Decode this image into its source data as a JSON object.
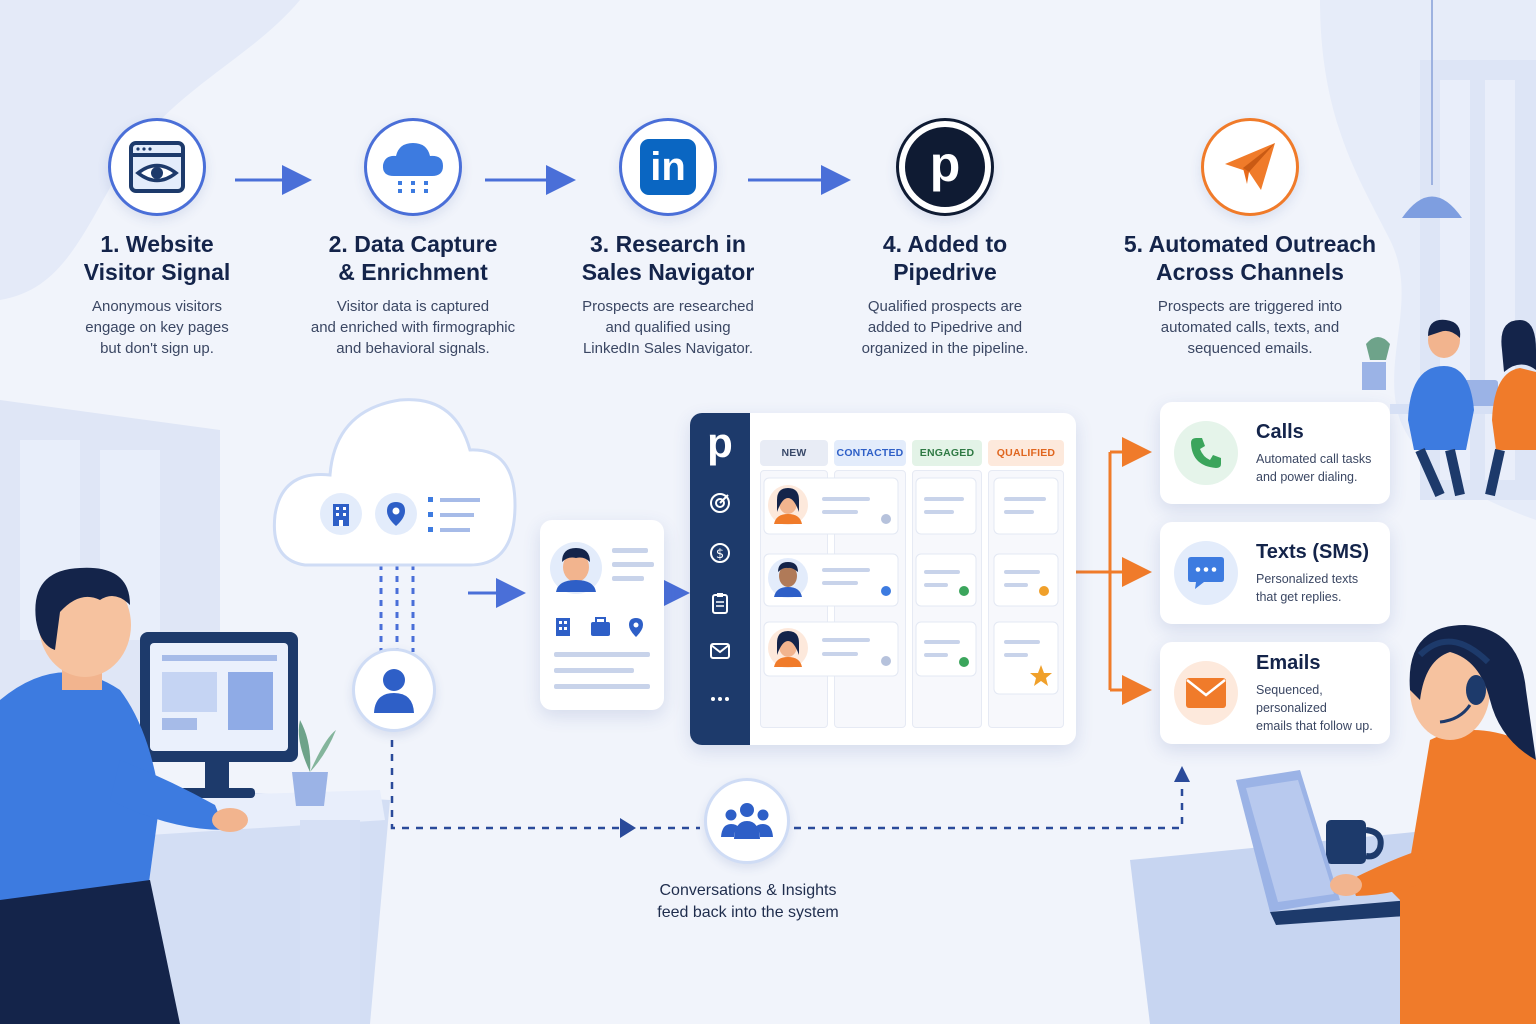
{
  "colors": {
    "primary_blue": "#4a6fd8",
    "navy": "#1d3a6b",
    "linkedin_blue": "#0a66c2",
    "pipedrive_dark": "#0f1b33",
    "orange": "#f07b2a",
    "green": "#3ba55c",
    "background": "#f1f4fb"
  },
  "steps": [
    {
      "icon": "browser-eye-icon",
      "title": "1. Website\nVisitor Signal",
      "description": "Anonymous visitors\nengage on key pages\nbut don't sign up."
    },
    {
      "icon": "cloud-data-icon",
      "title": "2. Data Capture\n& Enrichment",
      "description": "Visitor data is captured\nand enriched with firmographic\nand behavioral signals."
    },
    {
      "icon": "linkedin-icon",
      "icon_text": "in",
      "title": "3. Research in\nSales Navigator",
      "description": "Prospects are researched\nand qualified using\nLinkedIn Sales Navigator."
    },
    {
      "icon": "pipedrive-icon",
      "icon_text": "p",
      "title": "4. Added to\nPipedrive",
      "description": "Qualified prospects are\nadded to Pipedrive and\norganized in the pipeline."
    },
    {
      "icon": "paper-plane-icon",
      "title": "5. Automated Outreach\nAcross Channels",
      "description": "Prospects are triggered into\nautomated calls, texts, and\nsequenced emails."
    }
  ],
  "pipedrive_board": {
    "logo_text": "p",
    "sidebar_icons": [
      "target-icon",
      "dollar-icon",
      "clipboard-icon",
      "mail-icon",
      "more-icon"
    ],
    "columns": [
      {
        "label": "NEW",
        "color": "#3a4a6a",
        "bg": "#e8ecf5"
      },
      {
        "label": "CONTACTED",
        "color": "#2e5fc7",
        "bg": "#e3ecfb"
      },
      {
        "label": "ENGAGED",
        "color": "#2f7a44",
        "bg": "#e3f3e7"
      },
      {
        "label": "QUALIFIED",
        "color": "#e0661f",
        "bg": "#fde9dc"
      }
    ]
  },
  "channels": [
    {
      "icon": "phone-icon",
      "title": "Calls",
      "description": "Automated call tasks\nand power dialing.",
      "color": "#3ba55c",
      "bg": "#e5f4ea"
    },
    {
      "icon": "chat-bubble-icon",
      "title": "Texts (SMS)",
      "description": "Personalized texts\nthat get replies.",
      "color": "#3d7be0",
      "bg": "#e3ecfb"
    },
    {
      "icon": "envelope-icon",
      "title": "Emails",
      "description": "Sequenced, personalized\nemails that follow up.",
      "color": "#f07b2a",
      "bg": "#fde9dc"
    }
  ],
  "feedback": {
    "icon": "team-icon",
    "text": "Conversations & Insights\nfeed back into the system"
  }
}
